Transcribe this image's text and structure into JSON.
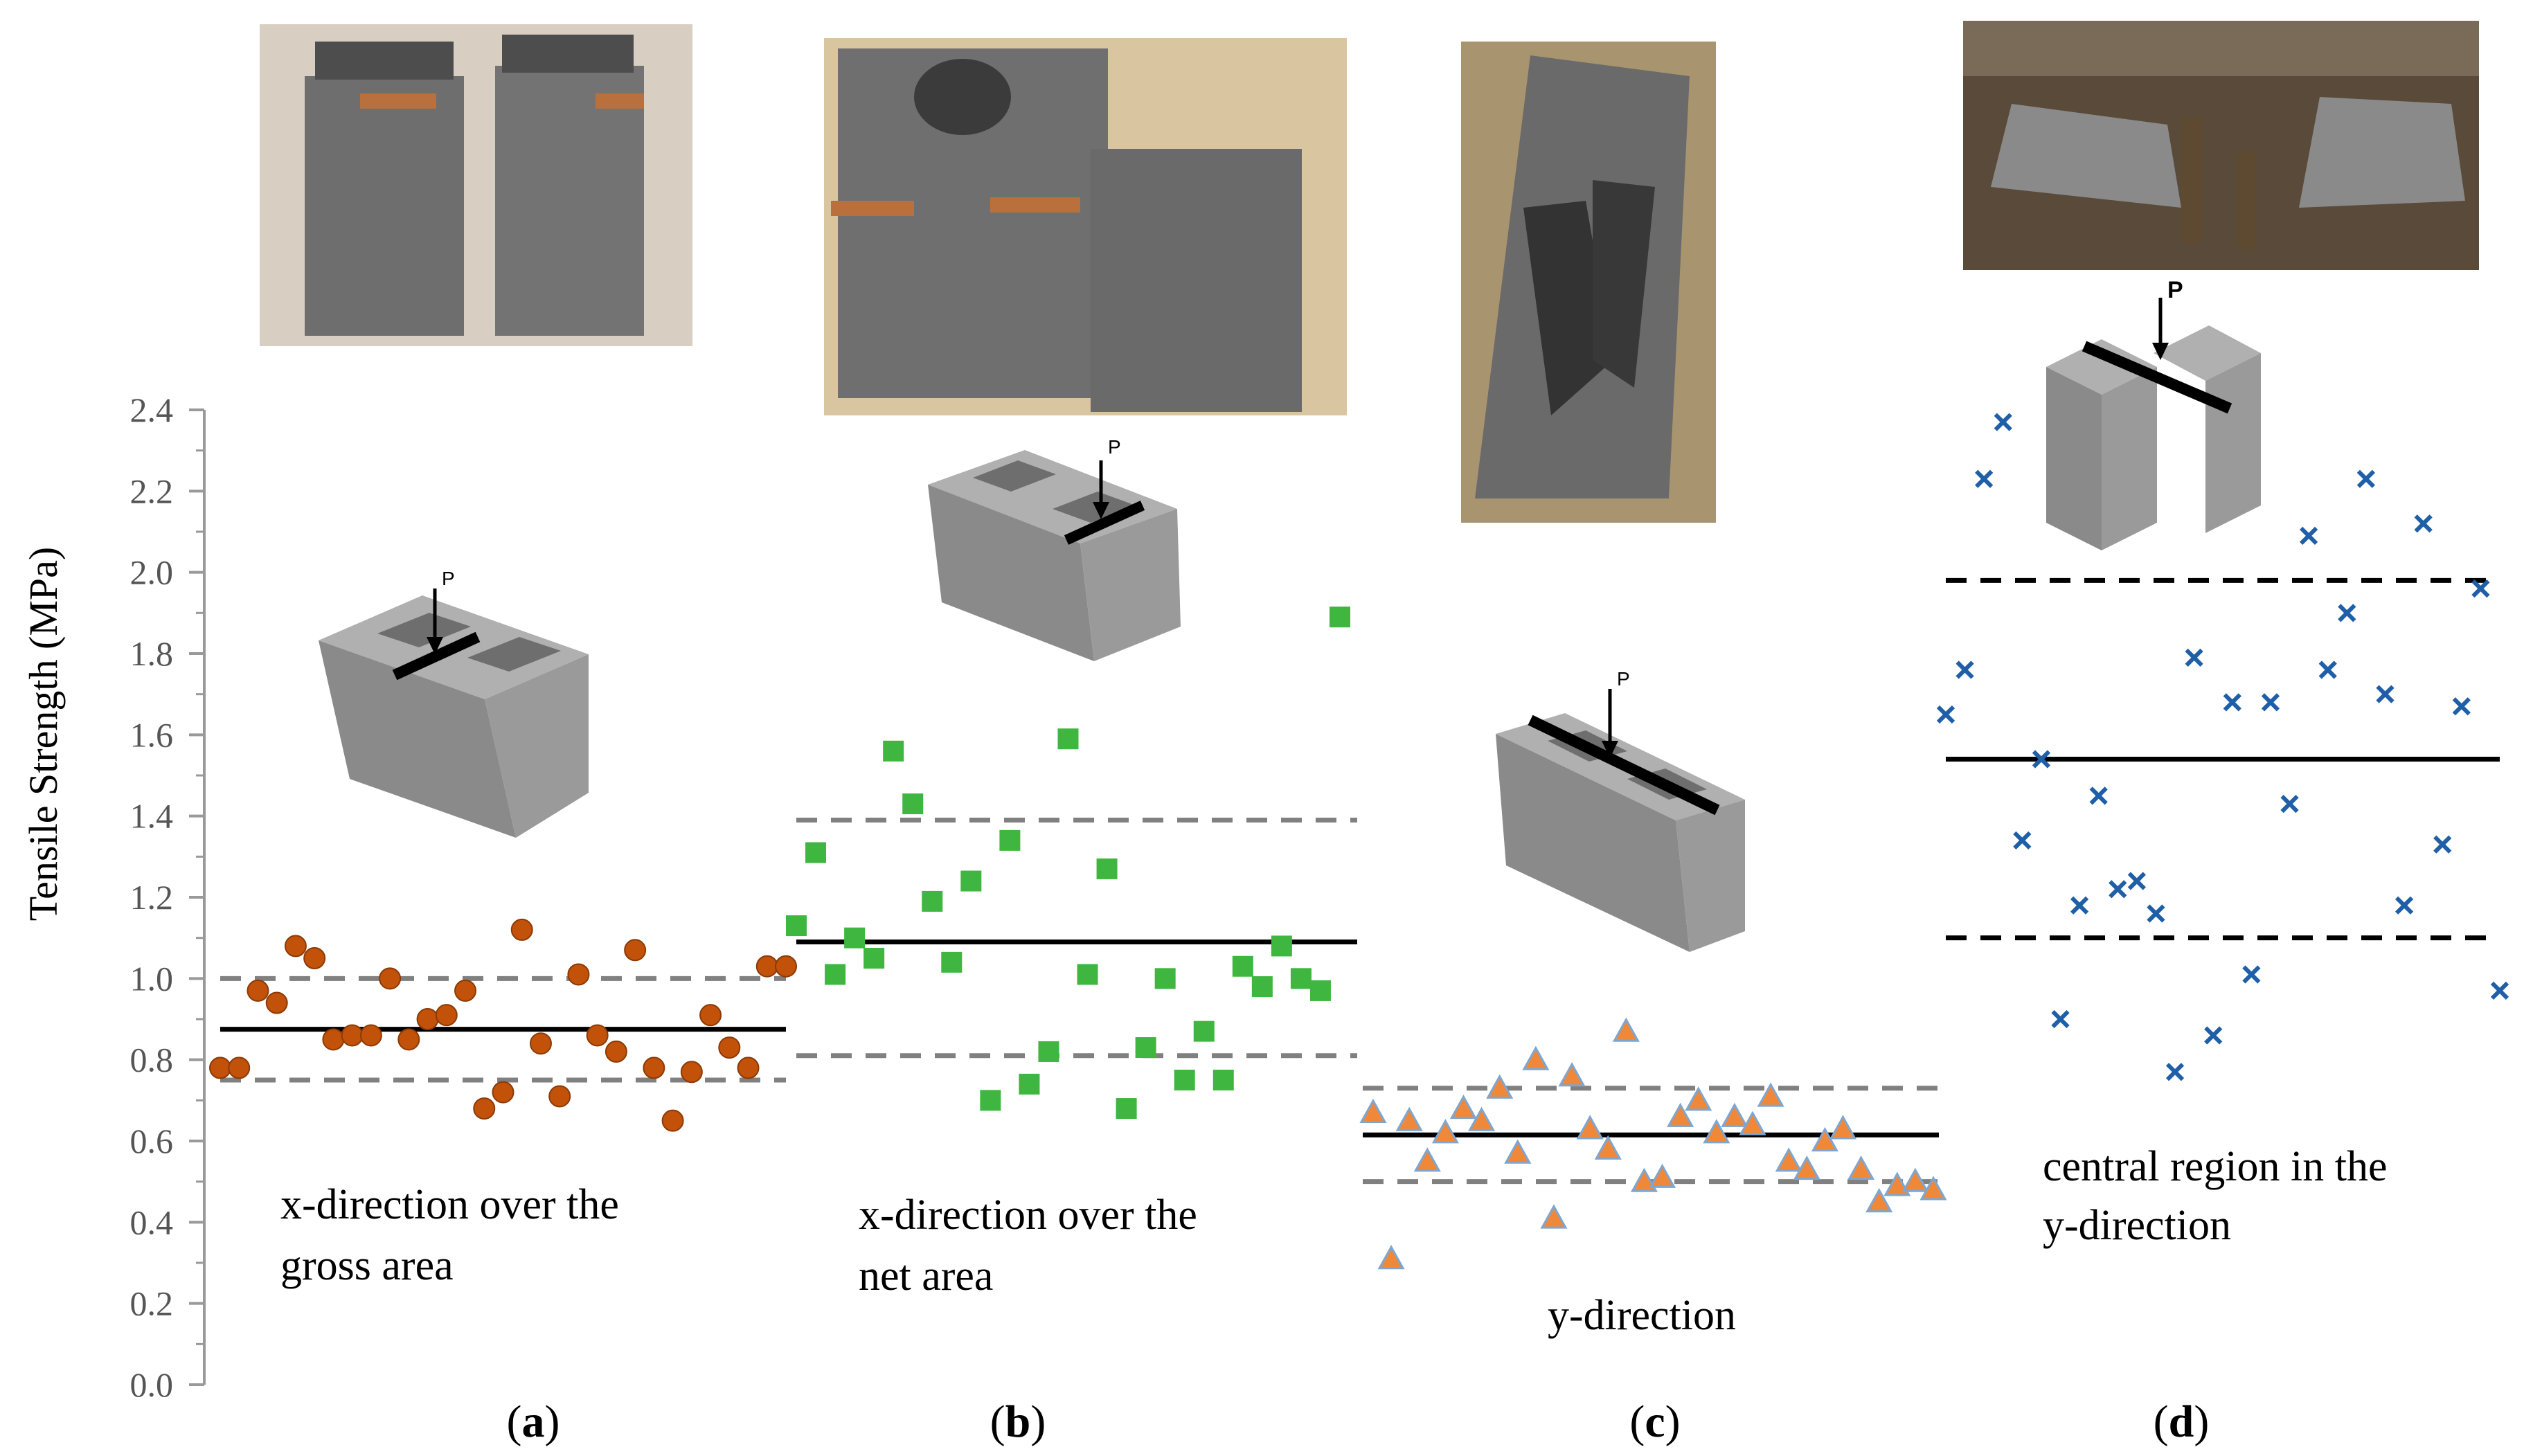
{
  "chart_data": {
    "type": "scatter",
    "title": "",
    "ylabel": "Tensile Strength (MPa)",
    "xlabel": "",
    "ylim": [
      0,
      2.4
    ],
    "yticks": [
      "0.0",
      "0.2",
      "0.4",
      "0.6",
      "0.8",
      "1.0",
      "1.2",
      "1.4",
      "1.6",
      "1.8",
      "2.0",
      "2.2",
      "2.4"
    ],
    "colors": {
      "a": "#c2510a",
      "b": "#3fb63f",
      "c": "#f0883a",
      "c_edge": "#7ea6d0",
      "d": "#1f5fa8",
      "mean_line": "#000000",
      "band_line": "#808080",
      "band_line_d": "#000000"
    },
    "panels": [
      {
        "id": "a",
        "tag_open": "(",
        "tag_letter": "a",
        "tag_close": ")",
        "caption_lines": [
          "x-direction over the",
          "gross area"
        ],
        "marker": "circle",
        "mean": 0.875,
        "band": [
          0.75,
          1.0
        ],
        "band_style": "dashed-gray",
        "x": [
          0,
          1,
          2,
          3,
          4,
          5,
          6,
          7,
          8,
          9,
          10,
          11,
          12,
          13,
          14,
          15,
          16,
          17,
          18,
          19,
          20,
          21,
          22,
          23,
          24,
          25,
          26,
          27,
          28,
          29,
          30
        ],
        "y": [
          0.78,
          0.78,
          0.97,
          0.94,
          1.08,
          1.05,
          0.85,
          0.86,
          0.86,
          1.0,
          0.85,
          0.9,
          0.91,
          0.97,
          0.68,
          0.72,
          1.12,
          0.84,
          0.71,
          1.01,
          0.86,
          0.82,
          1.07,
          0.78,
          0.65,
          0.77,
          0.91,
          0.83,
          0.78,
          1.03,
          1.03
        ]
      },
      {
        "id": "b",
        "tag_open": "(",
        "tag_letter": "b",
        "tag_close": ")",
        "caption_lines": [
          "x-direction over the",
          "net area"
        ],
        "marker": "square",
        "mean": 1.09,
        "band": [
          0.81,
          1.39
        ],
        "band_style": "dashed-gray",
        "x": [
          0,
          1,
          2,
          3,
          4,
          5,
          6,
          7,
          8,
          9,
          10,
          11,
          12,
          13,
          14,
          15,
          16,
          17,
          18,
          19,
          20,
          21,
          22,
          23,
          24,
          25,
          26,
          27,
          28
        ],
        "y": [
          1.13,
          1.31,
          1.01,
          1.1,
          1.05,
          1.56,
          1.43,
          1.19,
          1.04,
          1.24,
          0.7,
          1.34,
          0.74,
          0.82,
          1.59,
          1.01,
          1.27,
          0.68,
          0.83,
          1.0,
          0.75,
          0.87,
          0.75,
          1.03,
          0.98,
          1.08,
          1.0,
          0.97,
          1.89
        ]
      },
      {
        "id": "c",
        "tag_open": "(",
        "tag_letter": "c",
        "tag_close": ")",
        "caption_lines": [
          "y-direction"
        ],
        "marker": "triangle",
        "mean": 0.615,
        "band": [
          0.5,
          0.73
        ],
        "band_style": "dashed-gray",
        "x": [
          0,
          1,
          2,
          3,
          4,
          5,
          6,
          7,
          8,
          9,
          10,
          11,
          12,
          13,
          14,
          15,
          16,
          17,
          18,
          19,
          20,
          21,
          22,
          23,
          24,
          25,
          26,
          27,
          28,
          29,
          30,
          31
        ],
        "y": [
          0.67,
          0.31,
          0.65,
          0.55,
          0.62,
          0.68,
          0.65,
          0.73,
          0.57,
          0.8,
          0.41,
          0.76,
          0.63,
          0.58,
          0.87,
          0.5,
          0.51,
          0.66,
          0.7,
          0.62,
          0.66,
          0.64,
          0.71,
          0.55,
          0.53,
          0.6,
          0.63,
          0.53,
          0.45,
          0.49,
          0.5,
          0.48
        ]
      },
      {
        "id": "d",
        "tag_open": "(",
        "tag_letter": "d",
        "tag_close": ")",
        "caption_lines": [
          "central region  in the",
          "y-direction"
        ],
        "marker": "x",
        "mean": 1.54,
        "band": [
          1.1,
          1.98
        ],
        "band_style": "dashed-black",
        "x": [
          0,
          1,
          2,
          3,
          4,
          5,
          6,
          7,
          8,
          9,
          10,
          11,
          12,
          13,
          14,
          15,
          16,
          17,
          18,
          19,
          20,
          21,
          22,
          23,
          24,
          25,
          26,
          27,
          28,
          29
        ],
        "y": [
          1.65,
          1.76,
          2.23,
          2.37,
          1.34,
          1.54,
          0.9,
          1.18,
          1.45,
          1.22,
          1.24,
          1.16,
          0.77,
          1.79,
          0.86,
          1.68,
          1.01,
          1.68,
          1.43,
          2.09,
          1.76,
          1.9,
          2.23,
          1.7,
          1.18,
          2.12,
          1.33,
          1.67,
          1.96,
          0.97
        ]
      }
    ]
  }
}
